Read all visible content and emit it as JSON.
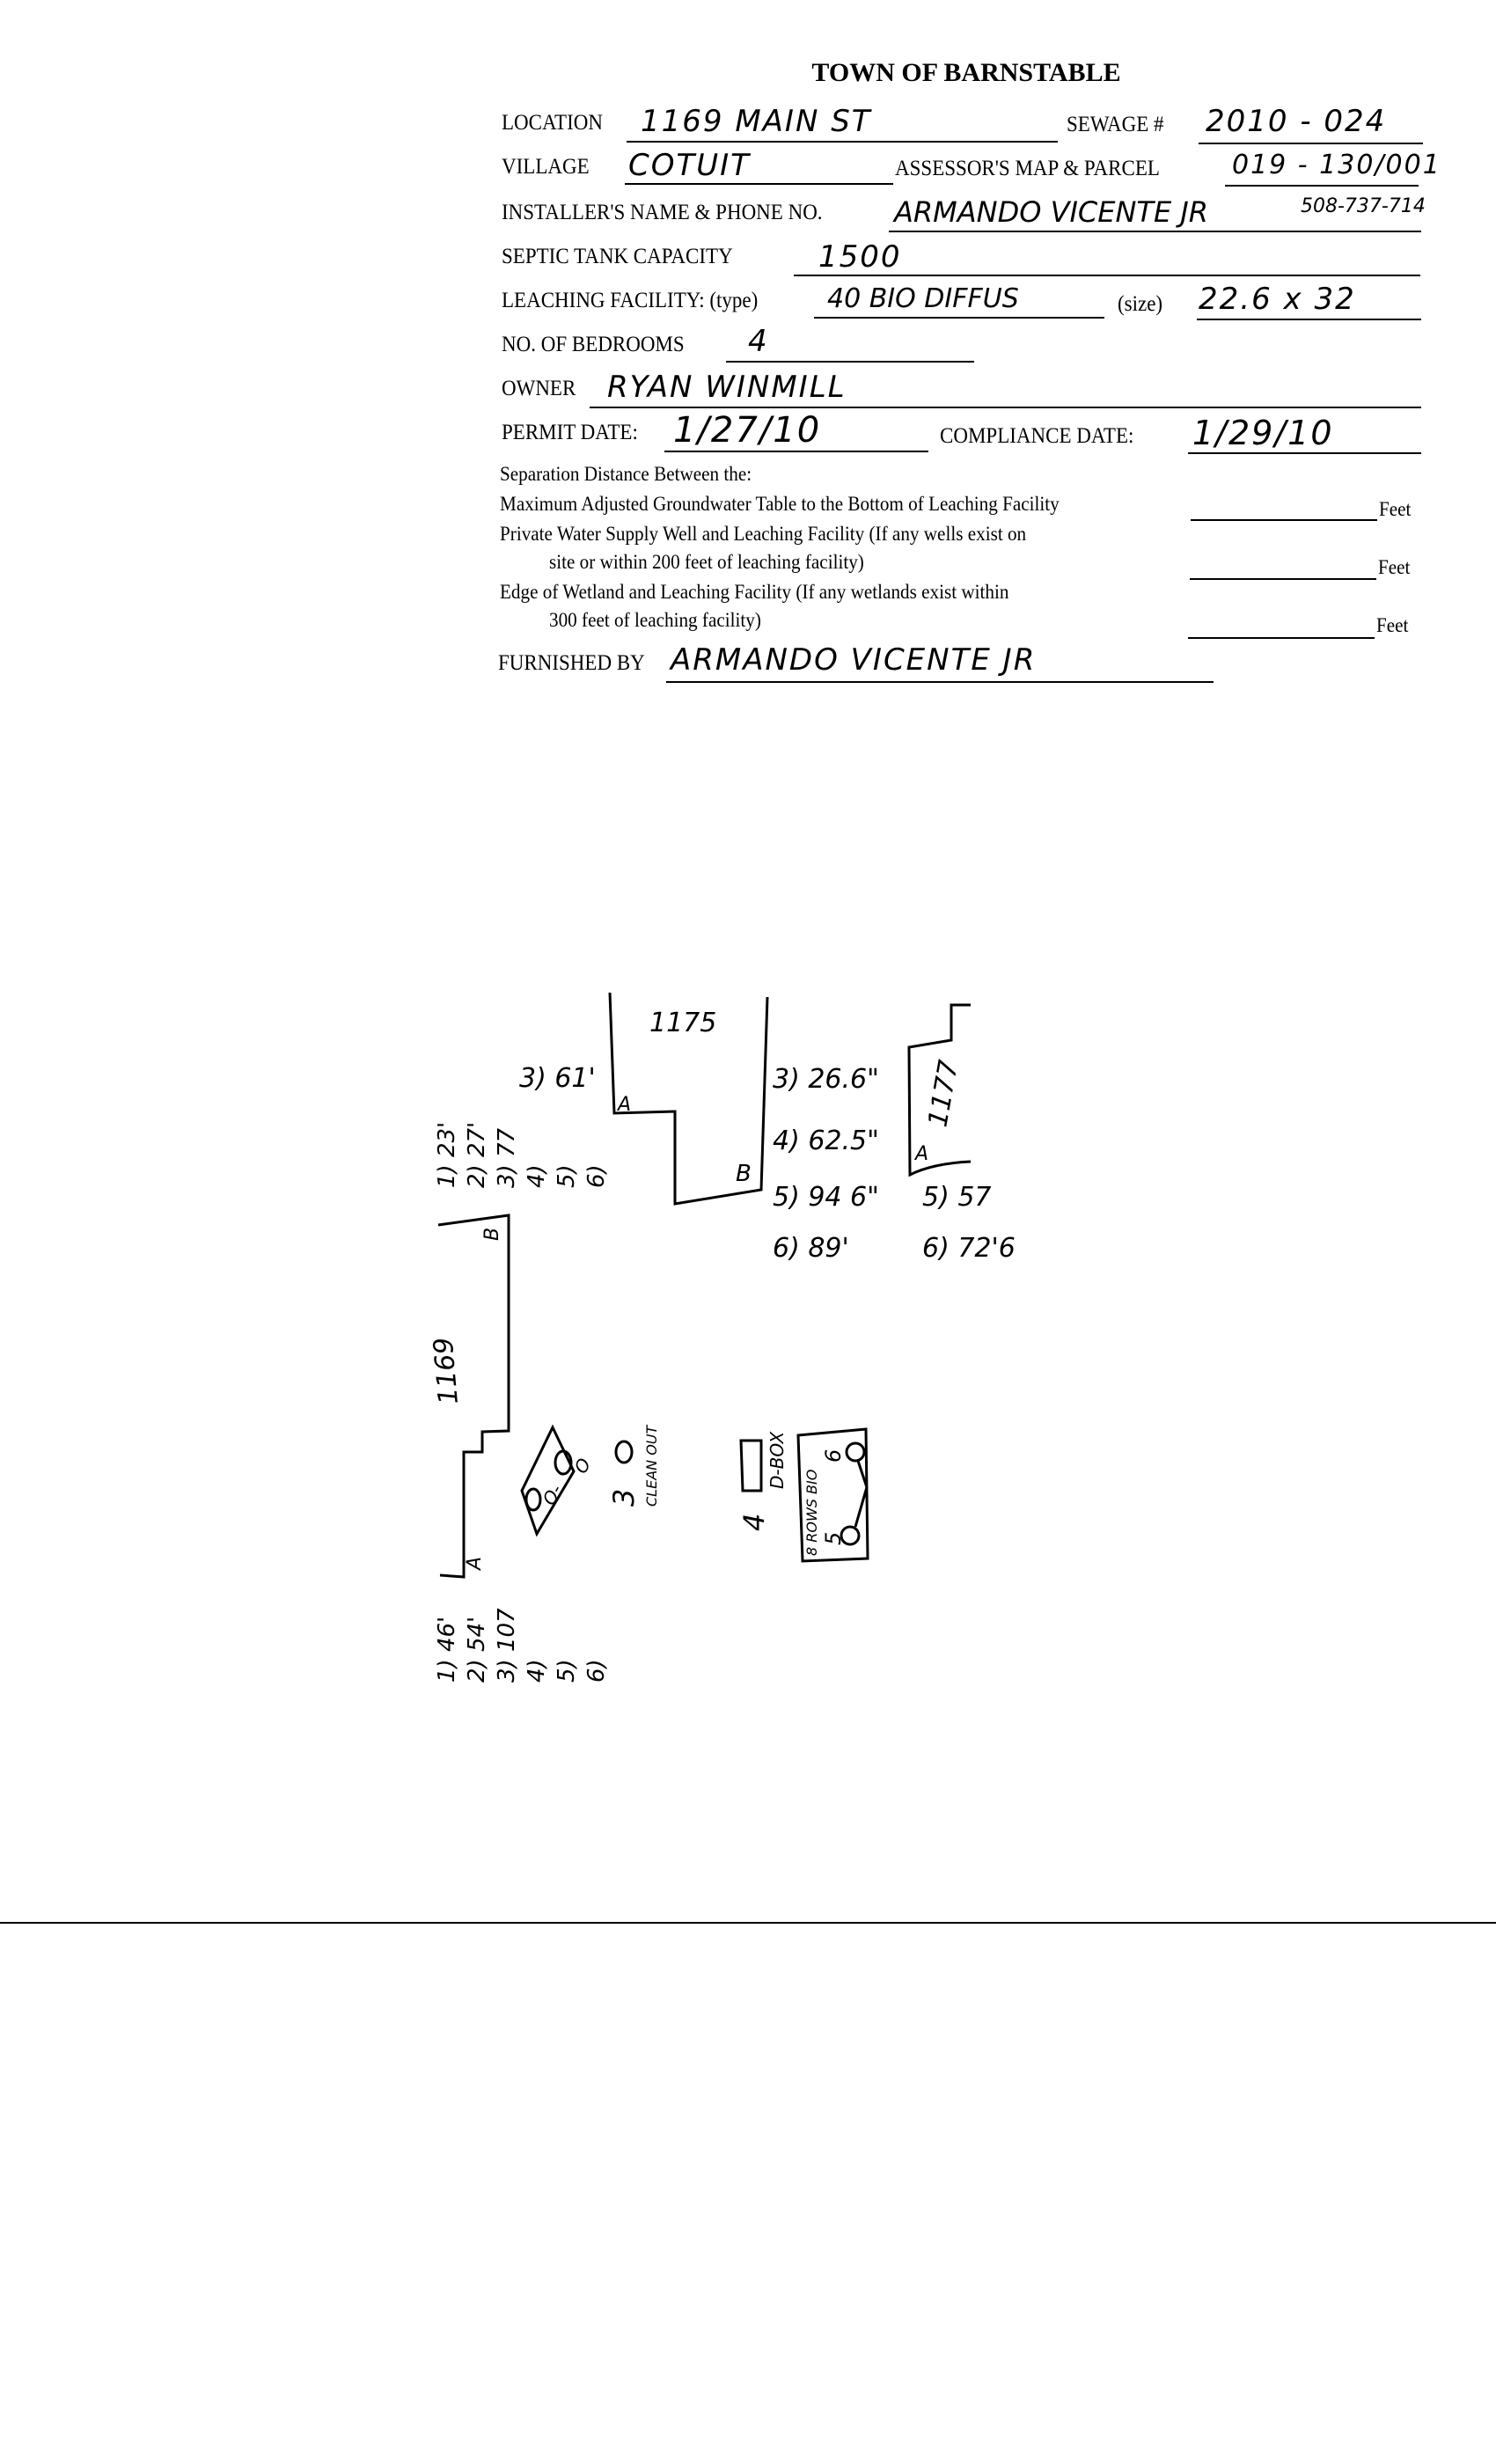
{
  "form": {
    "title": "TOWN OF BARNSTABLE",
    "location_label": "LOCATION",
    "location_value": "1169 MAIN ST",
    "sewage_label": "SEWAGE #",
    "sewage_value": "2010 - 024",
    "village_label": "VILLAGE",
    "village_value": "COTUIT",
    "parcel_label": "ASSESSOR'S MAP & PARCEL",
    "parcel_value": "019 - 130/001",
    "installer_label": "INSTALLER'S NAME & PHONE NO.",
    "installer_value": "ARMANDO VICENTE JR",
    "installer_phone": "508-737-714",
    "septic_label": "SEPTIC TANK CAPACITY",
    "septic_value": "1500",
    "leaching_label": "LEACHING FACILITY: (type)",
    "leaching_type": "40 BIO DIFFUS",
    "size_label": "(size)",
    "size_value": "22.6 x 32",
    "bedrooms_label": "NO. OF BEDROOMS",
    "bedrooms_value": "4",
    "owner_label": "OWNER",
    "owner_value": "RYAN WINMILL",
    "permit_label": "PERMIT DATE:",
    "permit_value": "1/27/10",
    "compliance_label": "COMPLIANCE DATE:",
    "compliance_value": "1/29/10",
    "separation_heading": "Separation Distance Between the:",
    "sep1": "Maximum Adjusted Groundwater Table to the Bottom of Leaching Facility",
    "sep2a": "Private Water Supply Well and Leaching Facility (If any wells exist on",
    "sep2b": "site or within 200 feet of leaching facility)",
    "sep3a": "Edge of Wetland and Leaching Facility (If any wetlands exist within",
    "sep3b": "300 feet of leaching facility)",
    "feet": "Feet",
    "furnished_label": "FURNISHED BY",
    "furnished_value": "ARMANDO VICENTE JR"
  },
  "sketch": {
    "house_1175": "1175",
    "house_1177": "1177",
    "house_1169": "1169",
    "label_a": "A",
    "label_b": "B",
    "m1175_a3": "3) 61'",
    "m1175_b3": "3) 26.6\"",
    "m1175_b4": "4) 62.5\"",
    "m1175_b5": "5) 94 6\"",
    "m1175_b6": "6) 89'",
    "m1177_5": "5) 57",
    "m1177_6": "6) 72'6",
    "m1169_b": [
      "1) 23'",
      "2) 27'",
      "3) 77",
      "4)",
      "5)",
      "6)"
    ],
    "m1169_a": [
      "1) 46'",
      "2) 54'",
      "3) 107",
      "4)",
      "5)",
      "6)"
    ],
    "tank_1": "O-",
    "tank_2": "O",
    "cleanout_num": "3",
    "cleanout_label": "CLEAN OUT",
    "dbox_num": "4",
    "dbox_label": "D-BOX",
    "field_label": "8 ROWS BIO",
    "field_5": "5",
    "field_6": "6"
  }
}
